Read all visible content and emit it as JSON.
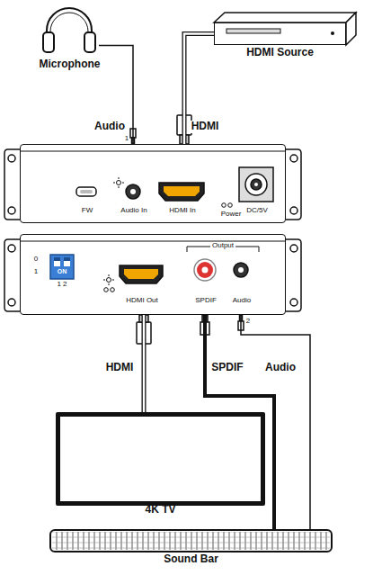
{
  "diagram": {
    "nodes": [
      {
        "text": [
          "Microphone"
        ]
      },
      {
        "text": [
          "HDMI Source"
        ]
      },
      {
        "text": [
          "FW",
          "Audio In",
          "HDMI In",
          "Power",
          "DC/5V"
        ]
      },
      {
        "text": [
          "HDMI Out",
          "SPDIF",
          "Audio"
        ]
      },
      {
        "text": [
          "4K TV"
        ]
      },
      {
        "text": [
          "Sound Bar"
        ]
      }
    ],
    "edges": [
      {
        "from": 0,
        "to": 2,
        "label": "Audio",
        "arrow": "none"
      },
      {
        "from": 1,
        "to": 2,
        "label": "HDMI",
        "arrow": "none"
      },
      {
        "from": 3,
        "to": 4,
        "label": "HDMI",
        "arrow": "none"
      },
      {
        "from": 3,
        "to": 5,
        "label": "SPDIF",
        "arrow": "none"
      },
      {
        "from": 3,
        "to": 5,
        "label": "Audio",
        "arrow": "none"
      }
    ],
    "labels": [
      "1",
      "0",
      "1",
      "ON",
      "1 2",
      "Output",
      "2"
    ]
  }
}
